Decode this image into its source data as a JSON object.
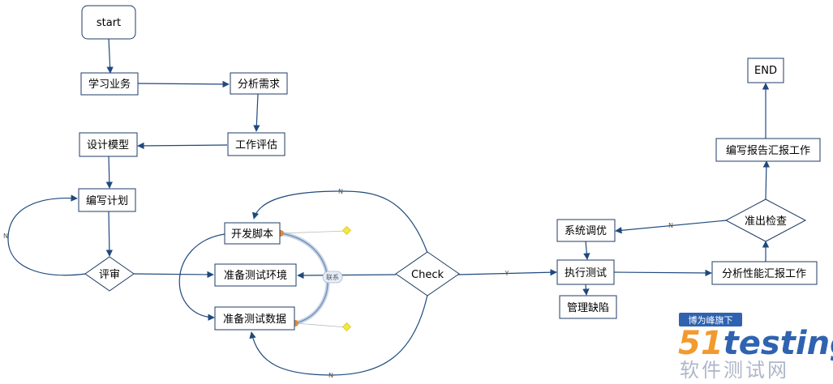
{
  "nodes": {
    "start": "start",
    "learn_business": "学习业务",
    "analyze_requirements": "分析需求",
    "work_estimate": "工作评估",
    "design_model": "设计模型",
    "write_plan": "编写计划",
    "review": "评审",
    "develop_script": "开发脚本",
    "prepare_env": "准备测试环境",
    "prepare_data": "准备测试数据",
    "check": "Check",
    "execute_test": "执行测试",
    "manage_defects": "管理缺陷",
    "system_tuning": "系统调优",
    "analyze_report": "分析性能汇报工作",
    "exit_check": "准出检查",
    "write_report": "编写报告汇报工作",
    "end": "END"
  },
  "edge_labels": {
    "review_loop": "N",
    "check_back_top": "N",
    "check_back_bottom": "N",
    "check_yes": "Y",
    "exit_no": "N",
    "connector": "联系"
  },
  "watermark": {
    "tagline": "博为峰旗下",
    "brand_prefix": "51",
    "brand_suffix": "testing",
    "subtitle": "软件测试网"
  },
  "colors": {
    "node_border": "#1f3b66",
    "edge": "#1f497d",
    "highlight": "#9eb6d6",
    "handle_orange": "#e08a3a",
    "handle_yellow": "#f5e642",
    "watermark_blue": "#2f63b0",
    "watermark_orange": "#f29a2e"
  }
}
